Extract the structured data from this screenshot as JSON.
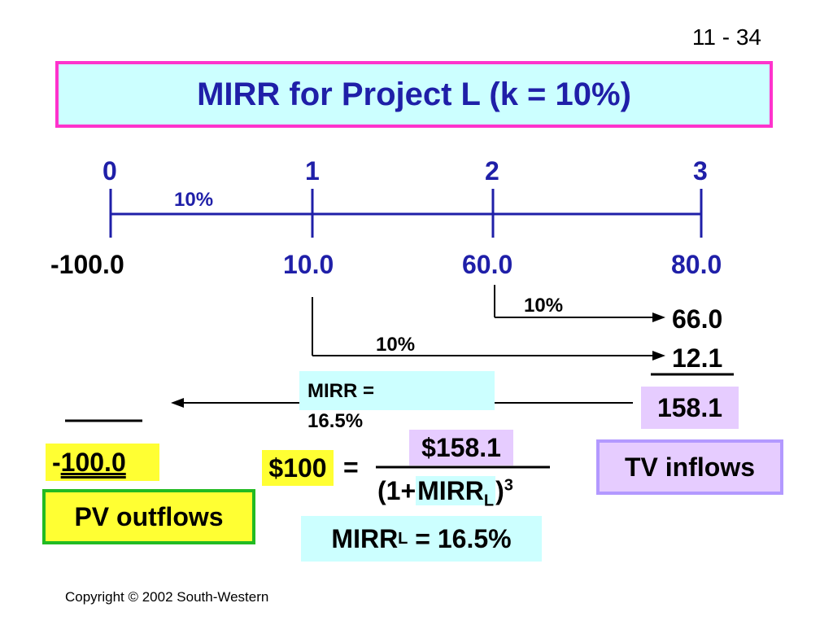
{
  "page_number": "11 - 34",
  "title": "MIRR for Project L (k = 10%)",
  "timeline": {
    "periods": [
      "0",
      "1",
      "2",
      "3"
    ],
    "rate_label": "10%",
    "cash_flows": [
      "-100.0",
      "10.0",
      "60.0",
      "80.0"
    ]
  },
  "compounding": {
    "from_period_2": {
      "rate": "10%",
      "value": "66.0"
    },
    "from_period_1": {
      "rate": "10%",
      "value": "12.1"
    },
    "tv_total": "158.1",
    "tv_label": "TV inflows"
  },
  "mirr_box": {
    "line1": "MIRR =",
    "line2": "16.5%"
  },
  "pv": {
    "prefix": "-",
    "value": "100.0",
    "label": "PV outflows"
  },
  "equation": {
    "lhs": "$100",
    "equals": "=",
    "numerator": "$158.1",
    "den_open": "(1+",
    "den_mirr": "MIRR",
    "den_sub": "L",
    "den_close": ")",
    "den_exp": "3"
  },
  "result": {
    "label": "MIRR",
    "sub": "L",
    "value": " = 16.5%"
  },
  "copyright": "Copyright © 2002 South-Western",
  "colors": {
    "title_bg": "#ccffff",
    "title_border": "#ff33cc",
    "title_text": "#1f1fa8",
    "highlight_yellow": "#ffff33",
    "highlight_purple": "#e6ccff",
    "highlight_cyan": "#ccffff",
    "green_border": "#22bb22",
    "purple_border": "#b399ff"
  }
}
